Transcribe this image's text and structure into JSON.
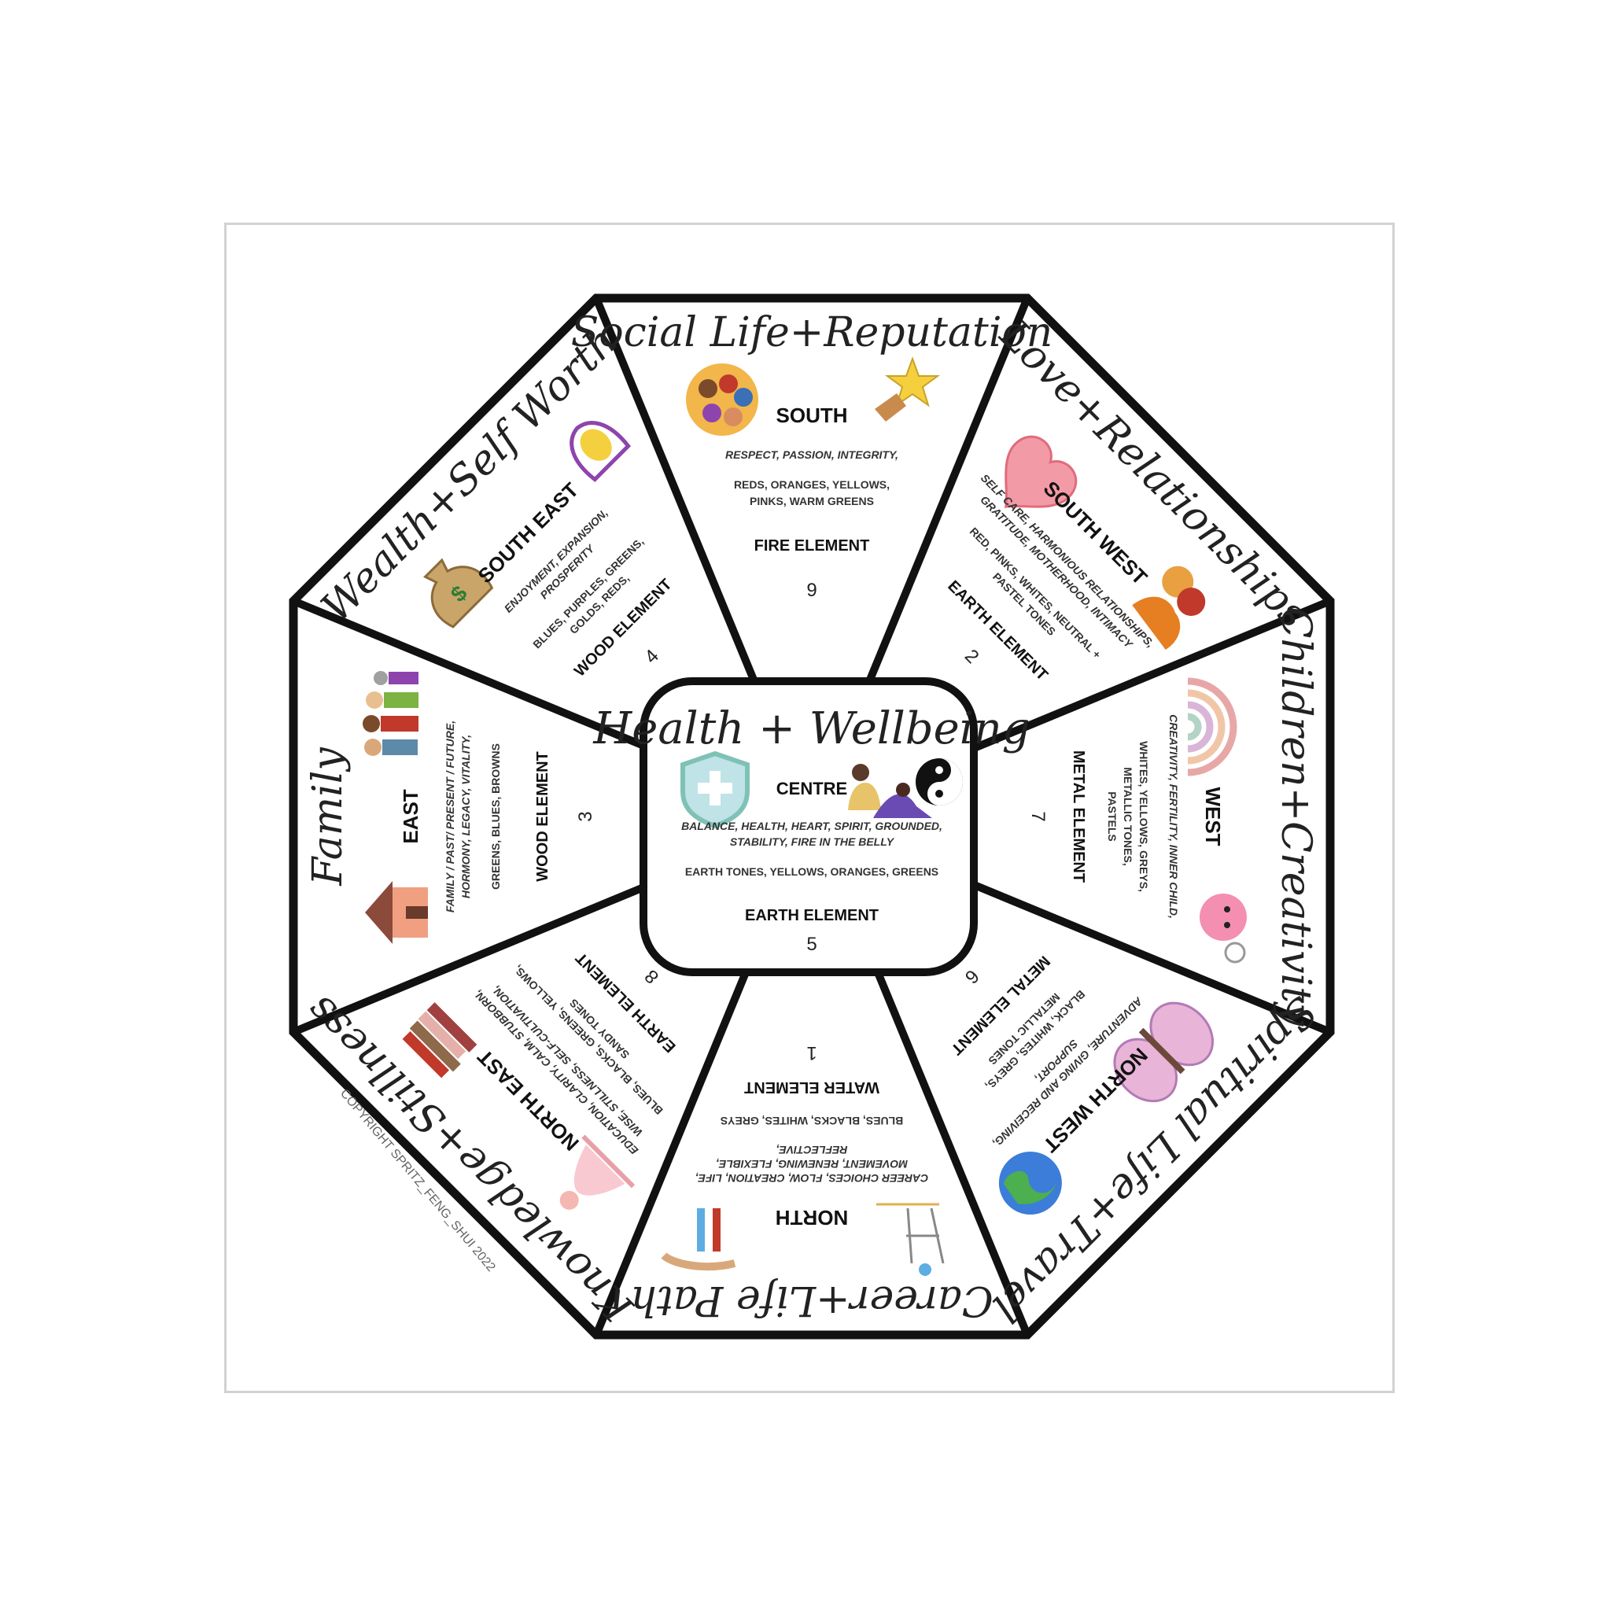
{
  "colors": {
    "outline": "#111111",
    "frame": "#d2d2d2",
    "background": "#ffffff"
  },
  "centre": {
    "title": "Health + Wellbeing",
    "direction": "CENTRE",
    "qualities_1": "BALANCE, HEALTH, HEART, SPIRIT, GROUNDED,",
    "qualities_2": "STABILITY, FIRE IN THE BELLY",
    "colours": "EARTH TONES, YELLOWS, ORANGES, GREENS",
    "element": "EARTH ELEMENT",
    "number": "5",
    "icons": [
      "shield-cross-icon",
      "yin-yang-icon",
      "meditation-icon"
    ]
  },
  "areas": [
    {
      "id": "south",
      "title": "Social Life+Reputation",
      "direction": "SOUTH",
      "lines": [
        "RESPECT, PASSION, INTEGRITY,",
        "",
        "REDS, ORANGES, YELLOWS,",
        "PINKS, WARM GREENS"
      ],
      "element": "FIRE ELEMENT",
      "number": "9",
      "icons": [
        "crowd-icon",
        "star-trophy-icon"
      ]
    },
    {
      "id": "southwest",
      "title": "Love+Relationships",
      "direction": "SOUTH WEST",
      "lines": [
        "SELF CARE, HARMONIOUS RELATIONSHIPS,",
        "GRATITUDE, MOTHERHOOD, INTIMACY",
        "",
        "RED, PINKS, WHITES, NEUTRAL +",
        "PASTEL TONES"
      ],
      "element": "EARTH ELEMENT",
      "number": "2",
      "icons": [
        "heart-icon",
        "couple-icon"
      ]
    },
    {
      "id": "west",
      "title": "Children+Creativity",
      "direction": "WEST",
      "lines": [
        "CREATIVITY, FERTILITY, INNER CHILD,",
        "",
        "WHITES, YELLOWS, GREYS,",
        "METALLIC TONES,",
        "PASTELS"
      ],
      "element": "METAL ELEMENT",
      "number": "7",
      "icons": [
        "rainbow-icon",
        "cute-character-icon"
      ]
    },
    {
      "id": "northwest",
      "title": "Spiritual Life+Travel",
      "direction": "NORTH WEST",
      "lines": [
        "ADVENTURE, GIVING AND RECEIVING,",
        "SUPPORT,",
        "",
        "BLACK, WHITES, GREYS,",
        "METALLIC TONES"
      ],
      "element": "METAL ELEMENT",
      "number": "6",
      "icons": [
        "butterfly-icon",
        "globe-icon"
      ]
    },
    {
      "id": "north",
      "title": "Career+Life Path",
      "direction": "NORTH",
      "lines": [
        "CAREER CHOICES, FLOW, CREATION, LIFE,",
        "MOVEMENT, RENEWING, FLEXIBLE,",
        "REFLECTIVE,",
        "",
        "BLUES, BLACKS, WHITES, GREYS"
      ],
      "element": "WATER ELEMENT",
      "number": "1",
      "icons": [
        "career-path-icon",
        "climbing-person-icon"
      ]
    },
    {
      "id": "northeast",
      "title": "Knowledge+Stillness",
      "direction": "NORTH EAST",
      "lines": [
        "EDUCATION, CLARITY, CALM, STUBBORN,",
        "WISE, STILLNESS, SELF-CULTIVATION,",
        "",
        "BLUES, BLACKS, GREENS, YELLOWS,",
        "SANDY TONES"
      ],
      "element": "EARTH ELEMENT",
      "number": "8",
      "icons": [
        "yoga-icon",
        "books-icon"
      ]
    },
    {
      "id": "east",
      "title": "Family",
      "direction": "EAST",
      "lines": [
        "FAMILY / PAST/ PRESENT / FUTURE,",
        "HORMONY, LEGACY, VITALITY,",
        "",
        "GREENS, BLUES, BROWNS"
      ],
      "element": "WOOD ELEMENT",
      "number": "3",
      "icons": [
        "family-group-icon",
        "house-icon"
      ]
    },
    {
      "id": "southeast",
      "title": "Wealth+Self Worth",
      "direction": "SOUTH EAST",
      "lines": [
        "ENJOYMENT, EXPANSION,",
        "PROSPERITY",
        "",
        "BLUES, PURPLES, GREENS,",
        "GOLDS, REDS,"
      ],
      "element": "WOOD ELEMENT",
      "number": "4",
      "icons": [
        "hug-icon",
        "money-bag-icon"
      ]
    }
  ],
  "copyright": "COPYRIGHT  SPRITZ_FENG_SHUI 2022"
}
